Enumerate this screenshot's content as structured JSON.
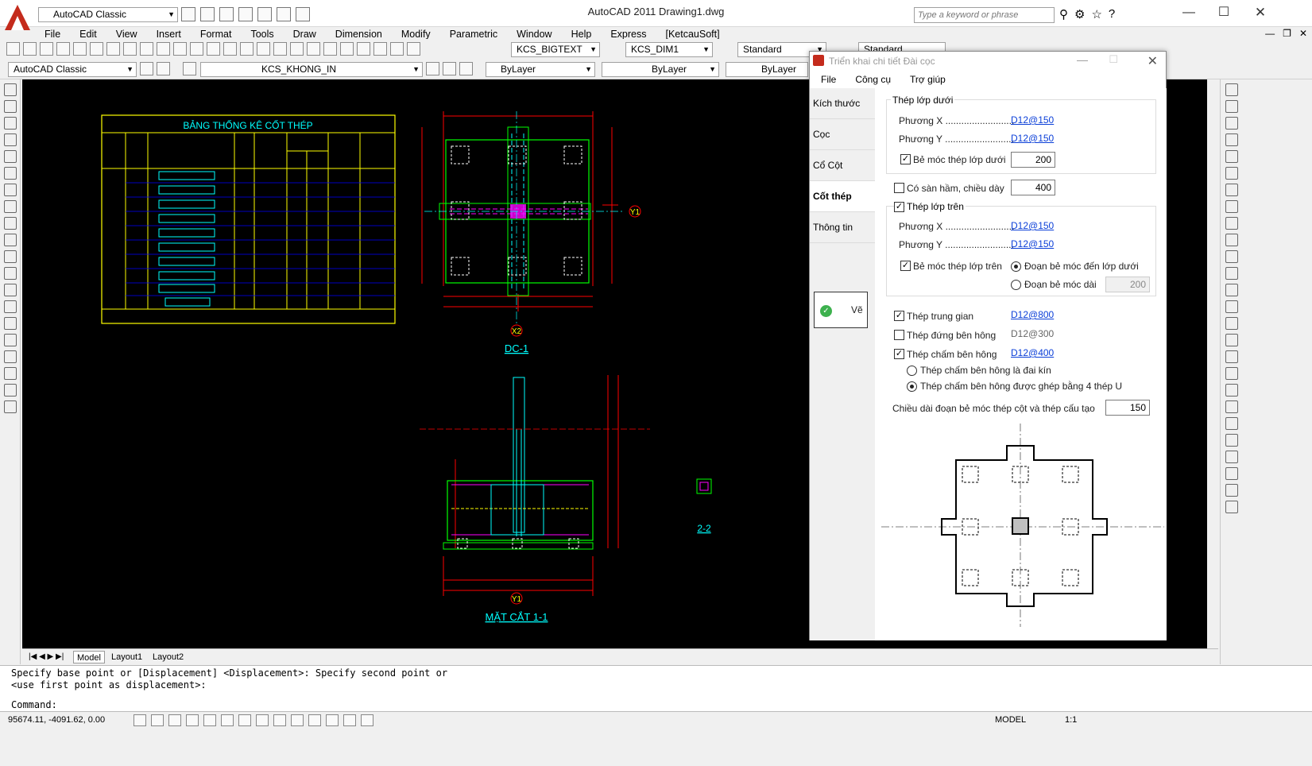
{
  "window": {
    "title": "AutoCAD 2011     Drawing1.dwg",
    "workspace": "AutoCAD Classic",
    "search_placeholder": "Type a keyword or phrase"
  },
  "menu": [
    "File",
    "Edit",
    "View",
    "Insert",
    "Format",
    "Tools",
    "Draw",
    "Dimension",
    "Modify",
    "Parametric",
    "Window",
    "Help",
    "Express",
    "[KetcauSoft]"
  ],
  "toolbars": {
    "textstyle": "KCS_BIGTEXT",
    "dimstyle": "KCS_DIM1",
    "tablestyle": "Standard",
    "mlstyle": "Standard",
    "workspace2": "AutoCAD Classic",
    "layer": "KCS_KHONG_IN",
    "color": "ByLayer",
    "linetype": "ByLayer",
    "lineweight": "ByLayer"
  },
  "drawing": {
    "table_title": "BẢNG THỐNG KÊ CỐT THÉP",
    "plan_label": "DC-1",
    "section_label": "MẶT CẮT 1-1",
    "detail_label": "2-2",
    "axis_x": "X2",
    "axis_y": "Y1",
    "axis_y2": "Y1"
  },
  "tabs": [
    "Model",
    "Layout1",
    "Layout2"
  ],
  "command": {
    "line1": "Specify base point or [Displacement] <Displacement>: Specify second point or",
    "line2": "<use first point as displacement>:",
    "prompt": "Command:"
  },
  "status": {
    "coords": "95674.11, -4091.62, 0.00",
    "model": "MODEL",
    "scale": "1:1"
  },
  "dialog": {
    "title": "Triển khai chi tiết Đài cọc",
    "menu": [
      "File",
      "Công cụ",
      "Trợ giúp"
    ],
    "side_tabs": [
      "Kích thước",
      "Cọc",
      "Cổ Cột",
      "Cốt thép",
      "Thông tin"
    ],
    "active_tab": "Cốt thép",
    "draw_button": "Vẽ",
    "bottom_group_title": "Thép lớp dưới",
    "bottom_x_label": "Phương X ..........................",
    "bottom_x_value": "D12@150",
    "bottom_y_label": "Phương Y ..........................",
    "bottom_y_value": "D12@150",
    "bottom_hook_label": "Bẻ móc thép lớp dưới",
    "bottom_hook_value": "200",
    "basement_label": "Có sàn hầm, chiều dày",
    "basement_value": "400",
    "top_group_title": "Thép lớp trên",
    "top_x_label": "Phương X ..........................",
    "top_x_value": "D12@150",
    "top_y_label": "Phương Y ..........................",
    "top_y_value": "D12@150",
    "top_hook_label": "Bẻ móc thép lớp trên",
    "top_hook_opt1": "Đoạn bẻ móc đến lớp dưới",
    "top_hook_opt2": "Đoạn bẻ móc dài",
    "top_hook_len": "200",
    "mid_label": "Thép trung gian",
    "mid_value": "D12@800",
    "side_vert_label": "Thép đứng bên hông",
    "side_vert_value": "D12@300",
    "side_tie_label": "Thép chấm bên hông",
    "side_tie_value": "D12@400",
    "tie_opt1": "Thép chấm bên hông là đai kín",
    "tie_opt2": "Thép chấm bên hông được ghép bằng 4 thép U",
    "anchor_label": "Chiều dài đoạn bẻ móc thép cột và thép cấu tạo",
    "anchor_value": "150"
  }
}
